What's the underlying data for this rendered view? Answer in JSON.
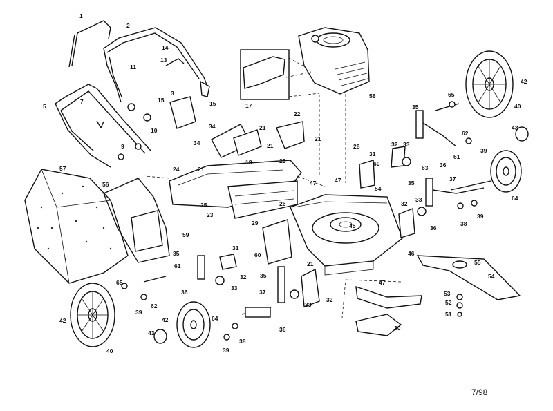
{
  "diagram": {
    "date_code": "7/98",
    "callouts": {
      "c1": "1",
      "c2": "2",
      "c3": "3",
      "c5": "5",
      "c7": "7",
      "c9": "9",
      "c10": "10",
      "c11": "11",
      "c13": "13",
      "c14": "14",
      "c15": "15",
      "c15b": "15",
      "c17": "17",
      "c18": "18",
      "c21a": "21",
      "c21b": "21",
      "c21c": "21",
      "c21d": "21",
      "c21e": "21",
      "c22": "22",
      "c23a": "23",
      "c23b": "23",
      "c24": "24",
      "c25": "25",
      "c26": "26",
      "c28": "28",
      "c29": "29",
      "c30": "30",
      "c31a": "31",
      "c31b": "31",
      "c32a": "32",
      "c32b": "32",
      "c32c": "32",
      "c32d": "32",
      "c33a": "33",
      "c33b": "33",
      "c33c": "33",
      "c33d": "33",
      "c34a": "34",
      "c34b": "34",
      "c35a": "35",
      "c35b": "35",
      "c35c": "35",
      "c35d": "35",
      "c36a": "36",
      "c36b": "36",
      "c36c": "36",
      "c36d": "36",
      "c37a": "37",
      "c37b": "37",
      "c38a": "38",
      "c38b": "38",
      "c39a": "39",
      "c39b": "39",
      "c39c": "39",
      "c39d": "39",
      "c40a": "40",
      "c40b": "40",
      "c42a": "42",
      "c42b": "42",
      "c42c": "42",
      "c43a": "43",
      "c43b": "43",
      "c45": "45",
      "c46": "46",
      "c47a": "47",
      "c47b": "47",
      "c47c": "47",
      "c51": "51",
      "c52": "52",
      "c53": "53",
      "c54a": "54",
      "c54b": "54",
      "c55": "55",
      "c56": "56",
      "c57": "57",
      "c58": "58",
      "c59": "59",
      "c60a": "60",
      "c60b": "60",
      "c61a": "61",
      "c61b": "61",
      "c62a": "62",
      "c62b": "62",
      "c63": "63",
      "c64a": "64",
      "c64b": "64",
      "c65a": "65",
      "c65b": "65"
    }
  }
}
